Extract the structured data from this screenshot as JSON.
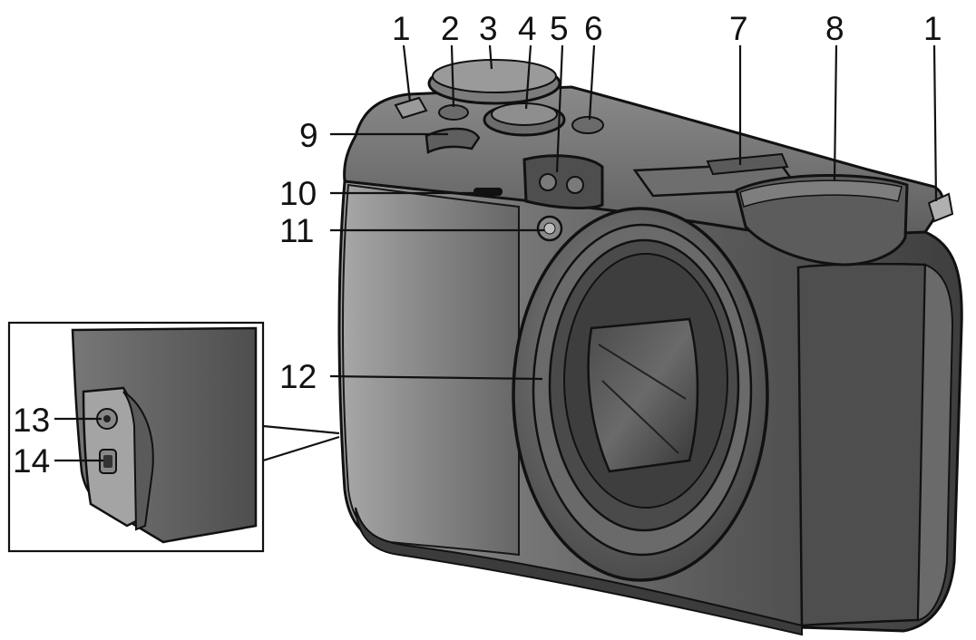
{
  "callouts": [
    {
      "id": "c1a",
      "number": "1"
    },
    {
      "id": "c2",
      "number": "2"
    },
    {
      "id": "c3",
      "number": "3"
    },
    {
      "id": "c4",
      "number": "4"
    },
    {
      "id": "c5",
      "number": "5"
    },
    {
      "id": "c6",
      "number": "6"
    },
    {
      "id": "c7",
      "number": "7"
    },
    {
      "id": "c8",
      "number": "8"
    },
    {
      "id": "c1b",
      "number": "1"
    },
    {
      "id": "c9",
      "number": "9"
    },
    {
      "id": "c10",
      "number": "10"
    },
    {
      "id": "c11",
      "number": "11"
    },
    {
      "id": "c12",
      "number": "12"
    },
    {
      "id": "c13",
      "number": "13"
    },
    {
      "id": "c14",
      "number": "14"
    }
  ],
  "colors": {
    "body_dark": "#4a4a4a",
    "body_mid": "#6e6e6e",
    "body_light": "#a9a9a9",
    "outline": "#111111",
    "lens_dark": "#3a3a3a"
  }
}
